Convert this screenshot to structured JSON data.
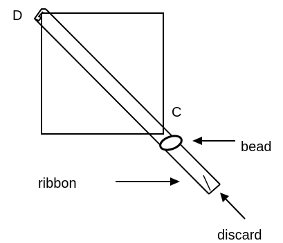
{
  "labels": {
    "corner_d": "D",
    "corner_c": "C",
    "bead": "bead",
    "ribbon": "ribbon",
    "discard": "discard"
  },
  "colors": {
    "stroke": "#000000",
    "background": "#ffffff"
  }
}
